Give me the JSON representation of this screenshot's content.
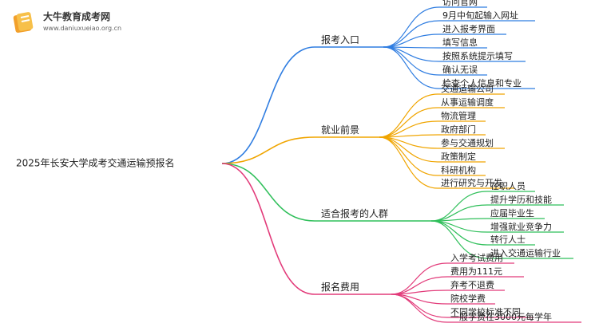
{
  "logo": {
    "title": "大牛教育成考网",
    "url": "www.daniuxueiao.org.cn"
  },
  "root": {
    "label": "2025年长安大学成考交通运输预报名"
  },
  "branches": [
    {
      "label": "报考入口",
      "color": "#2f7de1",
      "items": [
        "访问官网",
        "9月中旬起输入网址",
        "进入报考界面",
        "填写信息",
        "按照系统提示填写",
        "确认无误",
        "检查个人信息和专业"
      ]
    },
    {
      "label": "就业前景",
      "color": "#f0a500",
      "items": [
        "交通运输公司",
        "从事运输调度",
        "物流管理",
        "政府部门",
        "参与交通规划",
        "政策制定",
        "科研机构",
        "进行研究与开发"
      ]
    },
    {
      "label": "适合报考的人群",
      "color": "#2fbf5a",
      "items": [
        "在职人员",
        "提升学历和技能",
        "应届毕业生",
        "增强就业竞争力",
        "转行人士",
        "进入交通运输行业"
      ]
    },
    {
      "label": "报名费用",
      "color": "#e23b7a",
      "items": [
        "入学考试费用",
        "费用为111元",
        "弃考不退费",
        "院校学费",
        "不同学校标准不同",
        "一般学费在3000元每学年"
      ]
    }
  ]
}
